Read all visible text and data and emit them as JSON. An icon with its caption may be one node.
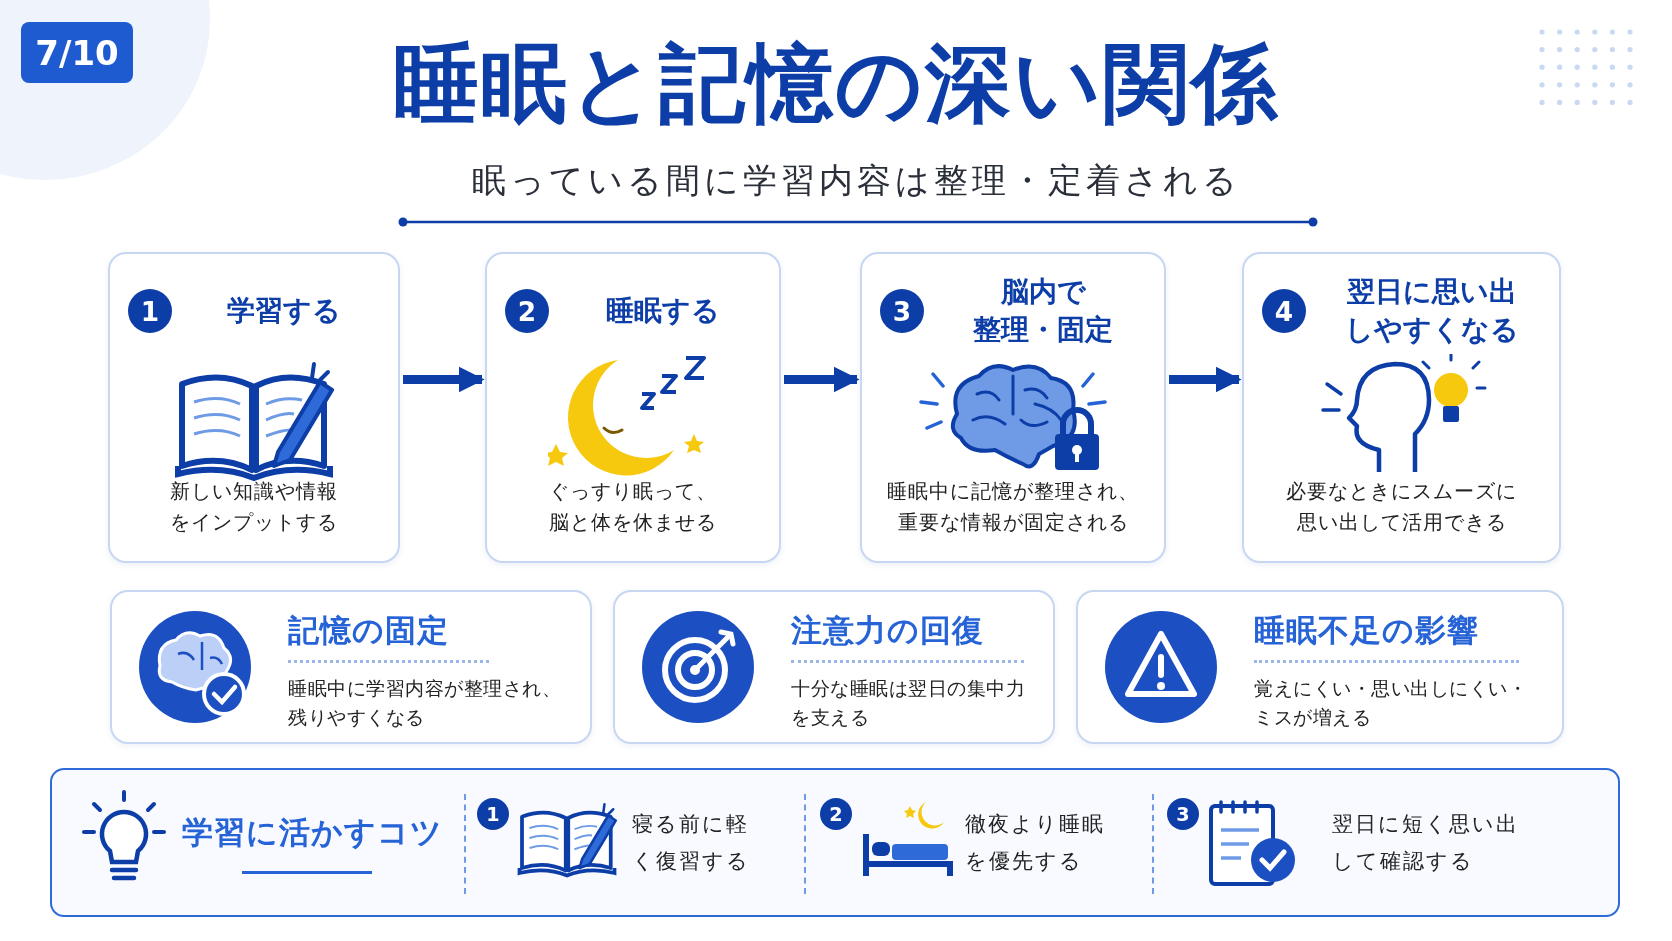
{
  "diagram": {
    "title": "睡眠と記憶の深い関係",
    "nodes": [
      {
        "text": [
          "1",
          "学習する",
          "新しい知識や情報をインプットする"
        ]
      },
      {
        "text": [
          "2",
          "睡眠する",
          "ぐっすり眠って、脳と体を休ませる"
        ]
      },
      {
        "text": [
          "3",
          "脳内で整理・固定",
          "睡眠中に記憶が整理され、重要な情報が固定される"
        ]
      },
      {
        "text": [
          "4",
          "翌日に思い出しやすくなる",
          "必要なときにスムーズに思い出して活用できる"
        ]
      },
      {
        "text": [
          "記憶の固定",
          "睡眠中に学習内容が整理され、残りやすくなる"
        ]
      },
      {
        "text": [
          "注意力の回復",
          "十分な睡眠は翌日の集中力を支える"
        ]
      },
      {
        "text": [
          "睡眠不足の影響",
          "覚えにくい・思い出しにくい・ミスが増える"
        ]
      },
      {
        "text": [
          "学習に活かすコツ"
        ]
      },
      {
        "text": [
          "1",
          "寝る前に軽く復習する"
        ],
        "in": 7
      },
      {
        "text": [
          "2",
          "徹夜より睡眠を優先する"
        ],
        "in": 7
      },
      {
        "text": [
          "3",
          "翌日に短く思い出して確認する"
        ],
        "in": 7
      }
    ],
    "edges": [
      {
        "from": 0,
        "to": 1,
        "arrow": "to"
      },
      {
        "from": 1,
        "to": 2,
        "arrow": "to"
      },
      {
        "from": 2,
        "to": 3,
        "arrow": "to"
      }
    ],
    "labels": [
      "7/10",
      "眠っている間に学習内容は整理・定着される"
    ]
  }
}
